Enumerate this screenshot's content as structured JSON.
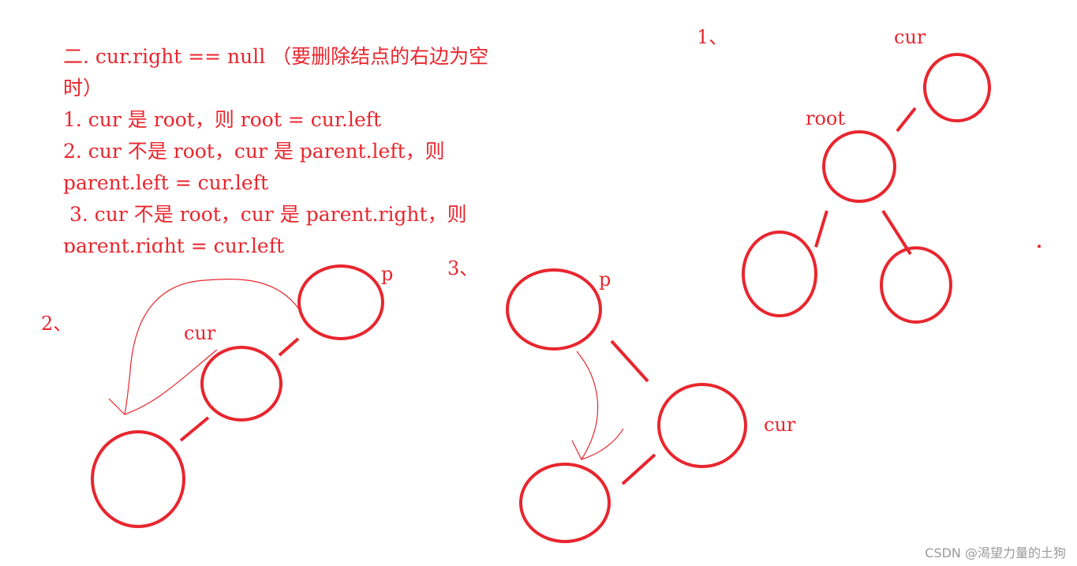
{
  "text_lines": [
    "二. cur.right == null （要删除结点的右边为空",
    "时）",
    "1. cur 是 root，则 root = cur.left",
    "2. cur 不是 root，cur 是 parent.left，则",
    "parent.left = cur.left",
    " 3. cur 不是 root，cur 是 parent.right，则",
    "parent.right = cur.left"
  ],
  "diagram1": {
    "number": "1、",
    "cur_label": "cur",
    "root_label": "root"
  },
  "diagram2": {
    "number": "2、",
    "p_label": "p",
    "cur_label": "cur"
  },
  "diagram3": {
    "number": "3、",
    "p_label": "p",
    "cur_label": "cur"
  },
  "watermark": "CSDN @渴望力量的土狗",
  "colors": {
    "ink": "#e8262e",
    "watermark": "#999999"
  }
}
